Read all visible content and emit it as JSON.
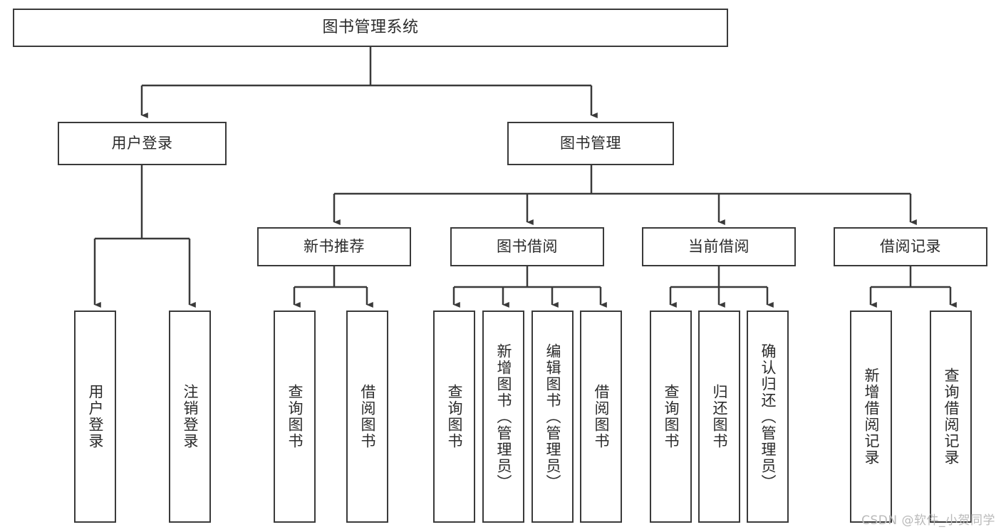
{
  "diagram": {
    "title": "图书管理系统",
    "type": "tree-hierarchy-diagram",
    "background_color": "#ffffff",
    "stroke_color": "#3a3a3a",
    "text_color": "#2b2b2b",
    "root": {
      "label": "图书管理系统"
    },
    "tier2": [
      {
        "label": "用户登录"
      },
      {
        "label": "图书管理"
      }
    ],
    "tier3": [
      {
        "label": "新书推荐"
      },
      {
        "label": "图书借阅"
      },
      {
        "label": "当前借阅"
      },
      {
        "label": "借阅记录"
      }
    ],
    "leaves": {
      "user_login": [
        {
          "label": "用户登录"
        },
        {
          "label": "注销登录"
        }
      ],
      "new_book_recommend": [
        {
          "label": "查询图书"
        },
        {
          "label": "借阅图书"
        }
      ],
      "book_borrow": [
        {
          "label": "查询图书"
        },
        {
          "label": "新增图书（管理员）"
        },
        {
          "label": "编辑图书（管理员）"
        },
        {
          "label": "借阅图书"
        }
      ],
      "current_borrow": [
        {
          "label": "查询图书"
        },
        {
          "label": "归还图书"
        },
        {
          "label": "确认归还（管理员）"
        }
      ],
      "borrow_record": [
        {
          "label": "新增借阅记录"
        },
        {
          "label": "查询借阅记录"
        }
      ]
    }
  },
  "watermark": {
    "text": "CSDN @软件_小贺同学"
  }
}
